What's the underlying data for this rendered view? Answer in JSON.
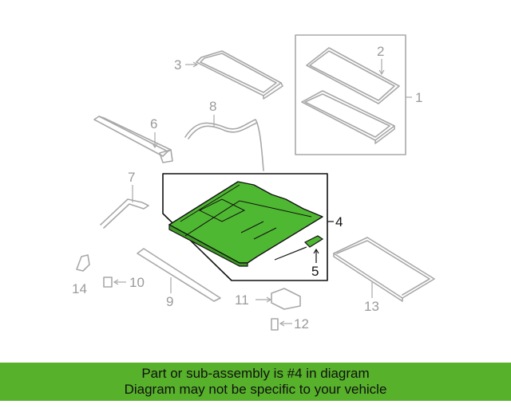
{
  "diagram": {
    "callouts": {
      "c1": "1",
      "c2": "2",
      "c3": "3",
      "c4": "4",
      "c5": "5",
      "c6": "6",
      "c7": "7",
      "c8": "8",
      "c9": "9",
      "c10": "10",
      "c11": "11",
      "c12": "12",
      "c13": "13",
      "c14": "14"
    },
    "highlight_part": "4",
    "highlight_color": "#4fb832"
  },
  "banner": {
    "line1": "Part or sub-assembly is #4 in diagram",
    "line2": "Diagram may not be specific to your vehicle",
    "background_color": "#57b12b"
  }
}
